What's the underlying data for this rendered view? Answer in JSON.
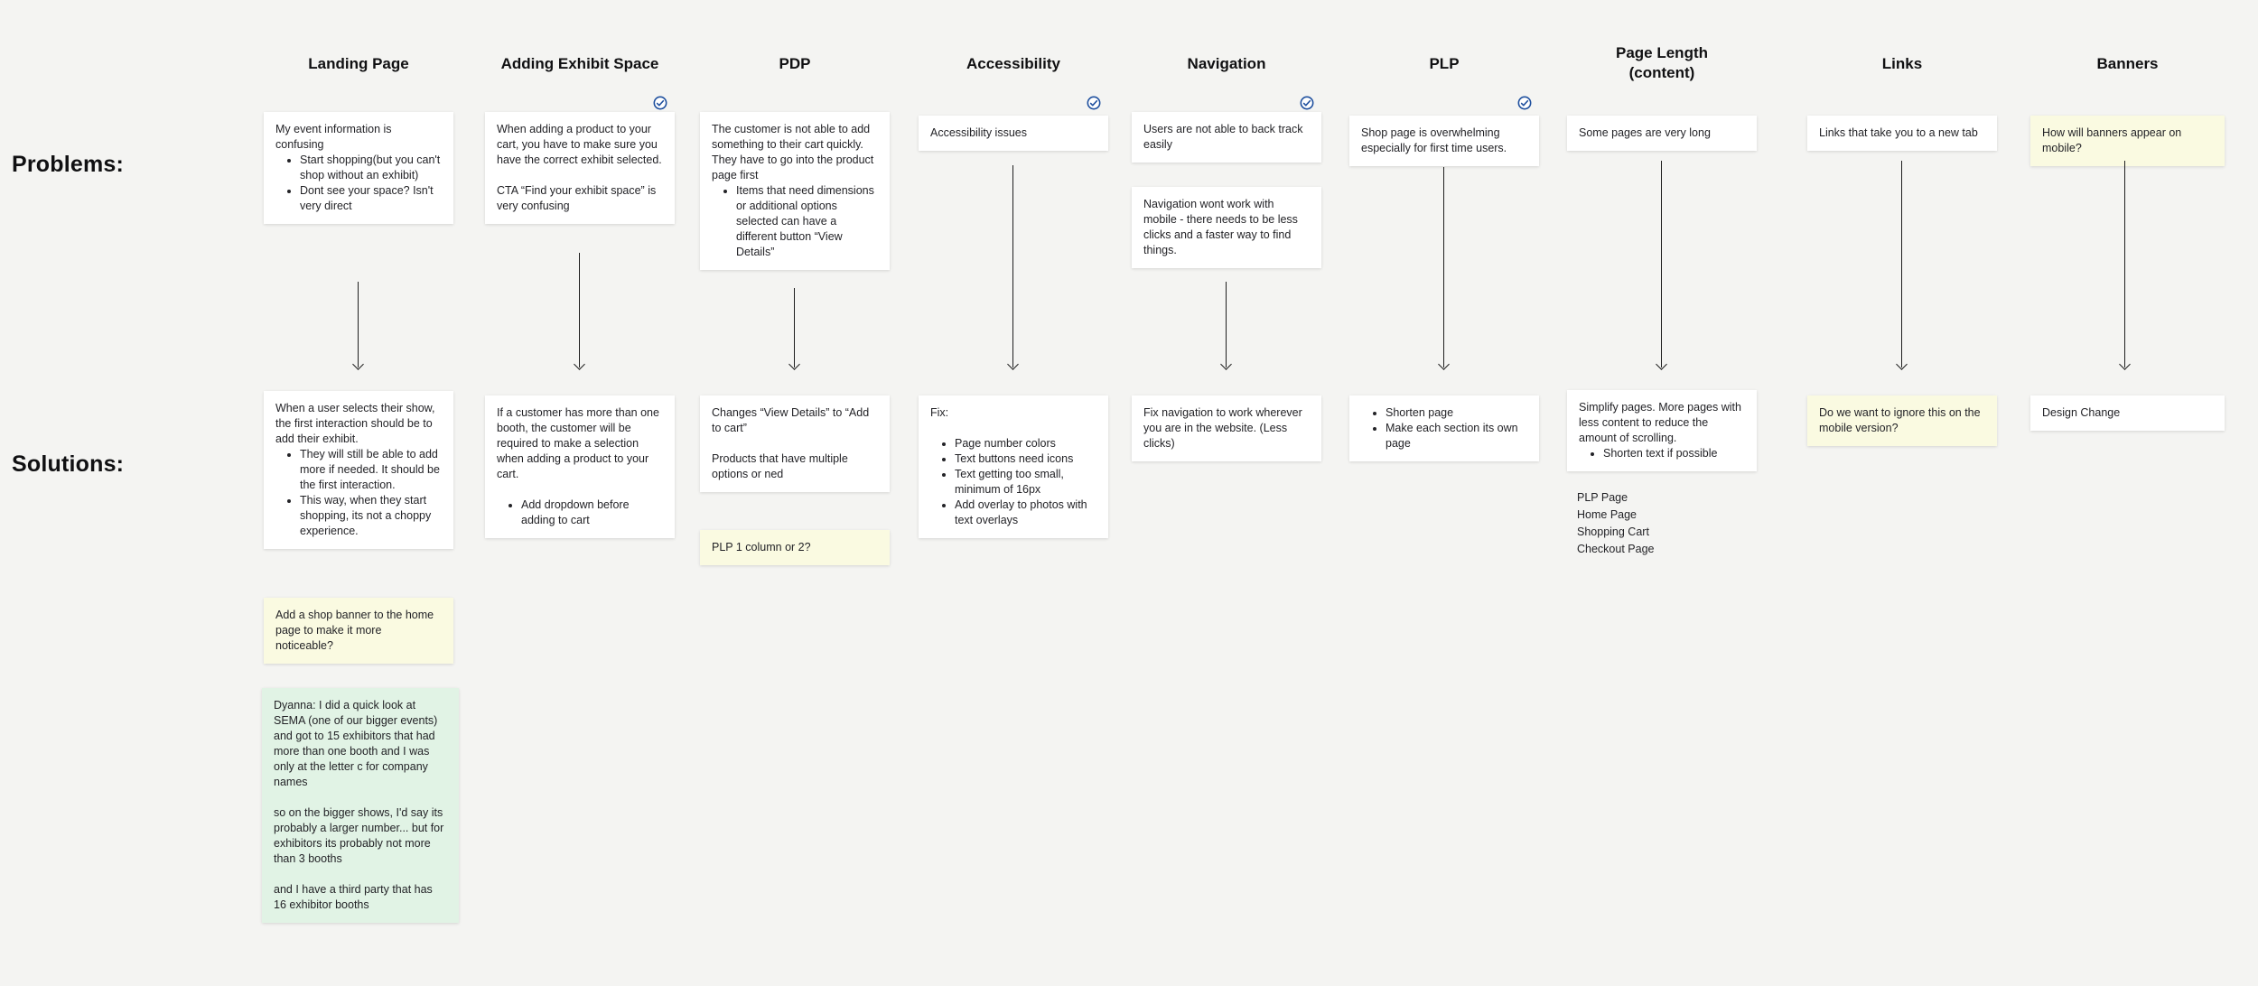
{
  "labels": {
    "problems": "Problems:",
    "solutions": "Solutions:"
  },
  "colors": {
    "bg": "#f4f4f2",
    "note_white": "#ffffff",
    "note_yellow": "#fafae1",
    "note_green": "#e1f3e5",
    "check_blue": "#1e4f9e"
  },
  "columns": [
    {
      "title": "Landing Page",
      "checked": false,
      "problem_note": {
        "text": "My event information is confusing",
        "bullets": [
          "Start shopping(but you can't shop without an exhibit)",
          "Dont see your space? Isn't very direct"
        ]
      },
      "solution_note": {
        "text": "When a user selects their show, the first interaction should be to add their exhibit.",
        "bullets": [
          "They will still be able to add more if needed. It should be the first interaction.",
          "This way, when they start shopping, its not a choppy experience."
        ]
      },
      "solution_note_yellow": {
        "text": "Add a shop banner to the home page to make it more noticeable?"
      },
      "solution_note_green": {
        "paragraphs": [
          "Dyanna: I did a quick look at SEMA (one of our bigger events) and got to 15 exhibitors that had more than one booth and I was only at the letter c for company names",
          "so on the bigger shows, I'd say its probably a larger number... but for exhibitors its probably not more than 3 booths",
          "and I have a third party that has 16 exhibitor booths"
        ]
      }
    },
    {
      "title": "Adding Exhibit Space",
      "checked": true,
      "problem_note": {
        "paragraphs": [
          "When adding a product to your cart, you have to make sure you have the correct exhibit selected.",
          "CTA “Find your exhibit space” is very confusing"
        ]
      },
      "solution_note": {
        "text": "If a customer has more than one booth, the customer will be required to make a selection when adding a product to your cart.",
        "bullets": [
          "Add dropdown before adding to cart"
        ]
      }
    },
    {
      "title": "PDP",
      "checked": false,
      "problem_note": {
        "text": "The customer is not able to add something to their cart quickly. They have to go into the product page first",
        "bullets": [
          "Items that need dimensions or additional options selected can have a different button “View Details”"
        ]
      },
      "solution_note": {
        "paragraphs": [
          "Changes “View Details” to “Add to cart”",
          "Products that have multiple options or ned"
        ]
      },
      "solution_note_yellow": {
        "text": "PLP 1 column or 2?"
      }
    },
    {
      "title": "Accessibility",
      "checked": true,
      "problem_note": {
        "text": "Accessibility issues"
      },
      "solution_note": {
        "text": "Fix:",
        "bullets": [
          "Page number colors",
          "Text buttons need icons",
          "Text getting too small, minimum of 16px",
          "Add overlay to photos with text overlays"
        ]
      }
    },
    {
      "title": "Navigation",
      "checked": true,
      "problem_note": {
        "text": "Users are not able to back track easily"
      },
      "problem_note_2": {
        "text": "Navigation wont work with mobile - there needs to be less clicks and a faster way to find things."
      },
      "solution_note": {
        "text": "Fix navigation to work wherever you are in the website. (Less clicks)"
      }
    },
    {
      "title": "PLP",
      "checked": true,
      "problem_note": {
        "text": "Shop page is overwhelming especially for first time users."
      },
      "solution_note": {
        "bullets": [
          "Shorten page",
          "Make each section its own page"
        ]
      }
    },
    {
      "title": "Page Length\n(content)",
      "checked": false,
      "problem_note": {
        "text": "Some pages are very long"
      },
      "solution_note": {
        "text": "Simplify pages. More pages with less content to reduce the amount of scrolling.",
        "bullets": [
          "Shorten text if possible"
        ]
      },
      "page_list": [
        "PLP Page",
        "Home Page",
        "Shopping Cart",
        "Checkout Page"
      ]
    },
    {
      "title": "Links",
      "checked": false,
      "problem_note": {
        "text": "Links that take you to a new tab"
      },
      "solution_note_yellow": {
        "text": "Do we want to ignore this on the mobile version?"
      }
    },
    {
      "title": "Banners",
      "checked": false,
      "problem_note_yellow": {
        "text": "How will banners appear on mobile?"
      },
      "solution_note": {
        "text": "Design Change"
      }
    }
  ]
}
